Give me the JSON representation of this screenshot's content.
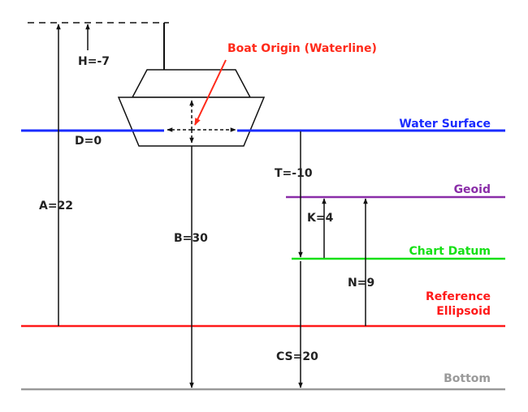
{
  "colors": {
    "water": "#1a2cff",
    "geoid": "#8a2da8",
    "datum": "#16e016",
    "ellipsoid": "#ff1a1a",
    "bottom": "#9a9a9a",
    "line": "#111111",
    "label": "#222222",
    "annotation": "#ff2a1a"
  },
  "annotation": {
    "boat_origin": "Boat Origin (Waterline)"
  },
  "layers": {
    "water_surface": "Water Surface",
    "geoid": "Geoid",
    "chart_datum": "Chart Datum",
    "reference_ellipsoid_line1": "Reference",
    "reference_ellipsoid_line2": "Ellipsoid",
    "bottom": "Bottom"
  },
  "measurements": {
    "H": "H=-7",
    "D": "D=0",
    "A": "A=22",
    "B": "B=30",
    "T": "T=-10",
    "K": "K=4",
    "N": "N=9",
    "CS": "CS=20"
  }
}
